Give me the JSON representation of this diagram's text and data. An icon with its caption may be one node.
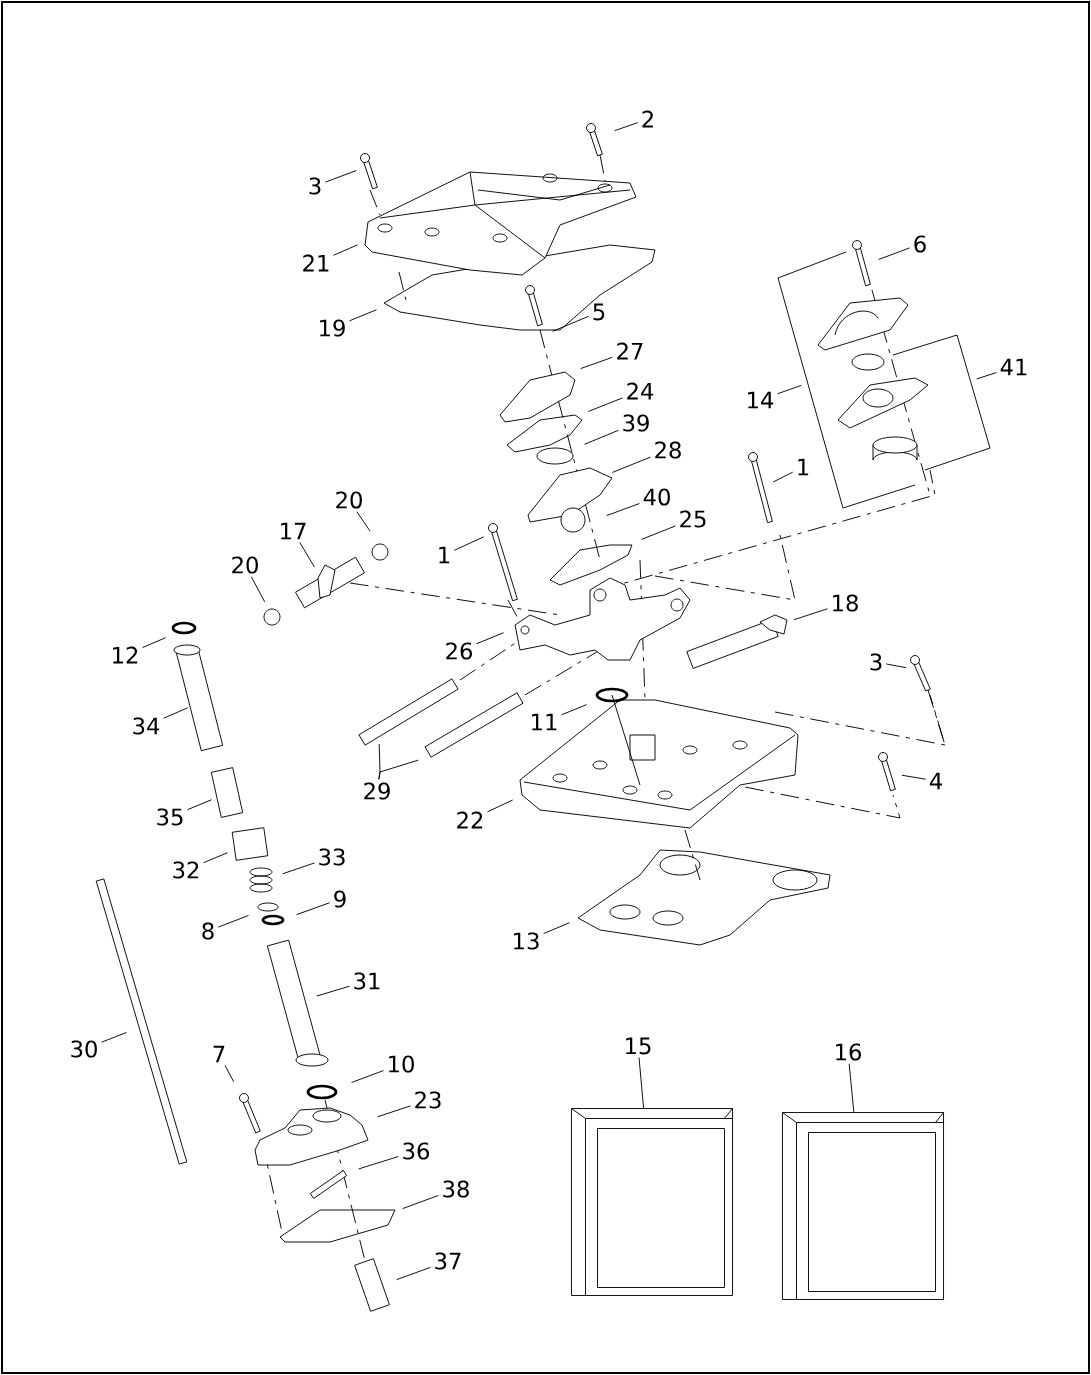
{
  "diagram": {
    "nodes": [
      {
        "text": [
          "2"
        ]
      },
      {
        "text": [
          "3"
        ]
      },
      {
        "text": [
          "6"
        ]
      },
      {
        "text": [
          "21"
        ]
      },
      {
        "text": [
          "5"
        ]
      },
      {
        "text": [
          "19"
        ]
      },
      {
        "text": [
          "27"
        ]
      },
      {
        "text": [
          "41"
        ]
      },
      {
        "text": [
          "24"
        ]
      },
      {
        "text": [
          "14"
        ]
      },
      {
        "text": [
          "39"
        ]
      },
      {
        "text": [
          "28"
        ]
      },
      {
        "text": [
          "1"
        ]
      },
      {
        "text": [
          "40"
        ]
      },
      {
        "text": [
          "20"
        ]
      },
      {
        "text": [
          "25"
        ]
      },
      {
        "text": [
          "17"
        ]
      },
      {
        "text": [
          "1"
        ]
      },
      {
        "text": [
          "20"
        ]
      },
      {
        "text": [
          "18"
        ]
      },
      {
        "text": [
          "26"
        ]
      },
      {
        "text": [
          "12"
        ]
      },
      {
        "text": [
          "3"
        ]
      },
      {
        "text": [
          "11"
        ]
      },
      {
        "text": [
          "34"
        ]
      },
      {
        "text": [
          "4"
        ]
      },
      {
        "text": [
          "29"
        ]
      },
      {
        "text": [
          "22"
        ]
      },
      {
        "text": [
          "35"
        ]
      },
      {
        "text": [
          "33"
        ]
      },
      {
        "text": [
          "32"
        ]
      },
      {
        "text": [
          "9"
        ]
      },
      {
        "text": [
          "8"
        ]
      },
      {
        "text": [
          "13"
        ]
      },
      {
        "text": [
          "31"
        ]
      },
      {
        "text": [
          "15"
        ]
      },
      {
        "text": [
          "30"
        ]
      },
      {
        "text": [
          "16"
        ]
      },
      {
        "text": [
          "7"
        ]
      },
      {
        "text": [
          "10"
        ]
      },
      {
        "text": [
          "23"
        ]
      },
      {
        "text": [
          "36"
        ]
      },
      {
        "text": [
          "38"
        ]
      },
      {
        "text": [
          "37"
        ]
      },
      {
        "text": [],
        "shape": "box"
      },
      {
        "text": [],
        "shape": "box"
      }
    ],
    "edges": [
      {
        "from": 0,
        "to": null,
        "arrow": "none"
      },
      {
        "from": 1,
        "to": null,
        "arrow": "none"
      },
      {
        "from": 2,
        "to": null,
        "arrow": "none"
      },
      {
        "from": 3,
        "to": null,
        "arrow": "none"
      },
      {
        "from": 4,
        "to": null,
        "arrow": "none"
      },
      {
        "from": 5,
        "to": null,
        "arrow": "none"
      },
      {
        "from": 6,
        "to": null,
        "arrow": "none"
      },
      {
        "from": 7,
        "to": null,
        "arrow": "none"
      },
      {
        "from": 8,
        "to": null,
        "arrow": "none"
      },
      {
        "from": 9,
        "to": null,
        "arrow": "none"
      },
      {
        "from": 10,
        "to": null,
        "arrow": "none"
      },
      {
        "from": 11,
        "to": null,
        "arrow": "none"
      },
      {
        "from": 12,
        "to": null,
        "arrow": "none"
      },
      {
        "from": 13,
        "to": null,
        "arrow": "none"
      },
      {
        "from": 14,
        "to": null,
        "arrow": "none"
      },
      {
        "from": 15,
        "to": null,
        "arrow": "none"
      },
      {
        "from": 16,
        "to": null,
        "arrow": "none"
      },
      {
        "from": 17,
        "to": null,
        "arrow": "none"
      },
      {
        "from": 18,
        "to": null,
        "arrow": "none"
      },
      {
        "from": 19,
        "to": null,
        "arrow": "none"
      },
      {
        "from": 20,
        "to": null,
        "arrow": "none"
      },
      {
        "from": 21,
        "to": null,
        "arrow": "none"
      },
      {
        "from": 22,
        "to": null,
        "arrow": "none"
      },
      {
        "from": 23,
        "to": null,
        "arrow": "none"
      },
      {
        "from": 24,
        "to": null,
        "arrow": "none"
      },
      {
        "from": 25,
        "to": null,
        "arrow": "none"
      },
      {
        "from": 26,
        "to": null,
        "arrow": "none"
      },
      {
        "from": 26,
        "to": null,
        "arrow": "none"
      },
      {
        "from": 27,
        "to": null,
        "arrow": "none"
      },
      {
        "from": 28,
        "to": null,
        "arrow": "none"
      },
      {
        "from": 29,
        "to": null,
        "arrow": "none"
      },
      {
        "from": 30,
        "to": null,
        "arrow": "none"
      },
      {
        "from": 31,
        "to": null,
        "arrow": "none"
      },
      {
        "from": 32,
        "to": null,
        "arrow": "none"
      },
      {
        "from": 33,
        "to": null,
        "arrow": "none"
      },
      {
        "from": 34,
        "to": null,
        "arrow": "none"
      },
      {
        "from": 35,
        "to": 44,
        "arrow": "none"
      },
      {
        "from": 36,
        "to": null,
        "arrow": "none"
      },
      {
        "from": 37,
        "to": 45,
        "arrow": "none"
      },
      {
        "from": 38,
        "to": null,
        "arrow": "none"
      },
      {
        "from": 39,
        "to": null,
        "arrow": "none"
      },
      {
        "from": 40,
        "to": null,
        "arrow": "none"
      },
      {
        "from": 41,
        "to": null,
        "arrow": "none"
      },
      {
        "from": 42,
        "to": null,
        "arrow": "none"
      },
      {
        "from": 43,
        "to": null,
        "arrow": "none"
      }
    ]
  }
}
